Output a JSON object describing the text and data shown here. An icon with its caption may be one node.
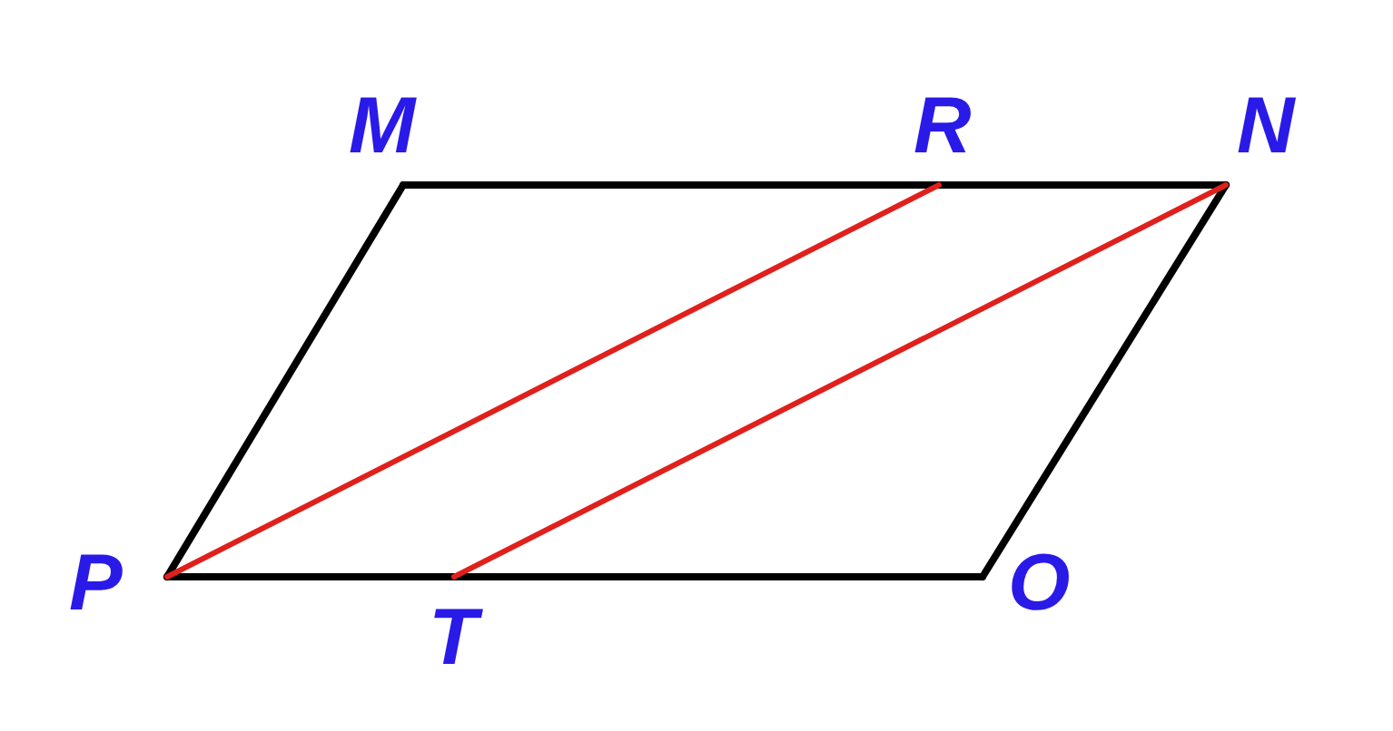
{
  "diagram": {
    "nodes": [
      {
        "text": [
          "M"
        ]
      },
      {
        "text": [
          "R"
        ]
      },
      {
        "text": [
          "N"
        ]
      },
      {
        "text": [
          "O"
        ]
      },
      {
        "text": [
          "T"
        ]
      },
      {
        "text": [
          "P"
        ]
      }
    ],
    "edges": [
      {
        "from": 0,
        "to": 1,
        "arrow": "none"
      },
      {
        "from": 1,
        "to": 2,
        "arrow": "none"
      },
      {
        "from": 2,
        "to": 3,
        "arrow": "none"
      },
      {
        "from": 3,
        "to": 4,
        "arrow": "none"
      },
      {
        "from": 4,
        "to": 5,
        "arrow": "none"
      },
      {
        "from": 5,
        "to": 0,
        "arrow": "none"
      },
      {
        "from": 5,
        "to": 1,
        "arrow": "none",
        "color": "#e0201c"
      },
      {
        "from": 4,
        "to": 2,
        "arrow": "none",
        "color": "#e0201c"
      }
    ]
  }
}
